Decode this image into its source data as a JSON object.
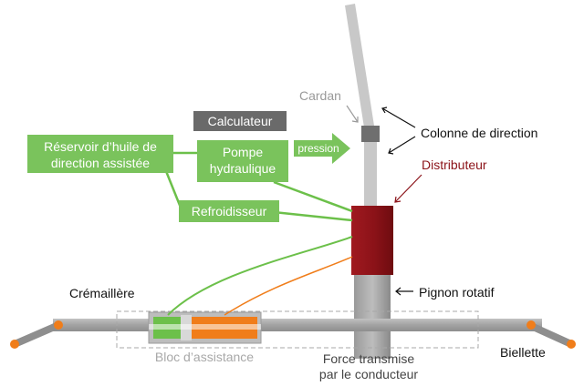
{
  "labels": {
    "calculateur": "Calculateur",
    "reservoir_line1": "Réservoir d’huile de",
    "reservoir_line2": "direction assistée",
    "pompe_line1": "Pompe",
    "pompe_line2": "hydraulique",
    "pression": "pression",
    "refroidisseur": "Refroidisseur",
    "cardan": "Cardan",
    "colonne": "Colonne de direction",
    "distributeur": "Distributeur",
    "pignon": "Pignon rotatif",
    "cremaillere": "Crémaillère",
    "bloc": "Bloc d’assistance",
    "force_line1": "Force transmise",
    "force_line2": "par le conducteur",
    "biellette": "Biellette"
  },
  "colors": {
    "green": "#6cc04a",
    "green_box": "#7ac35c",
    "orange": "#f07d1a",
    "dark_red": "#8b1218",
    "grey_dark": "#6a6a6a",
    "grey_mid": "#a8a8a8",
    "grey_light": "#c4c4c4",
    "label_grey": "#9a9a9a"
  }
}
